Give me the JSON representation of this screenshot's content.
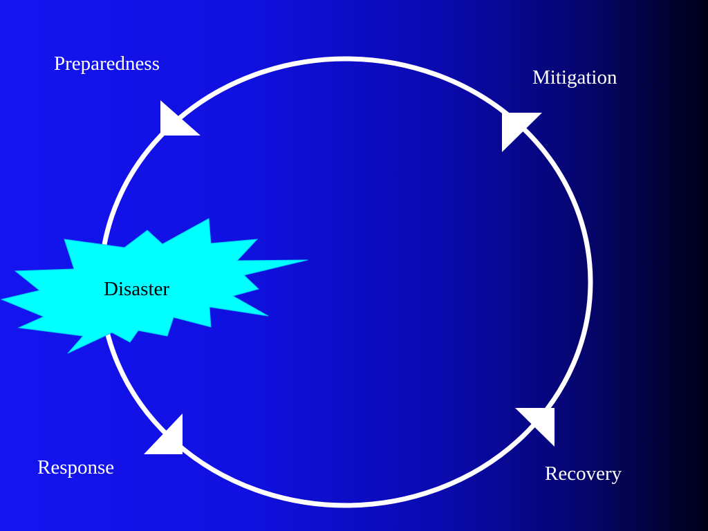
{
  "stages": {
    "preparedness": "Preparedness",
    "mitigation": "Mitigation",
    "recovery": "Recovery",
    "response": "Response"
  },
  "event": {
    "label": "Disaster"
  },
  "colors": {
    "cycle_line": "#ffffff",
    "burst_fill": "#00ffff",
    "burst_text": "#000000",
    "stage_text": "#ffffff"
  }
}
